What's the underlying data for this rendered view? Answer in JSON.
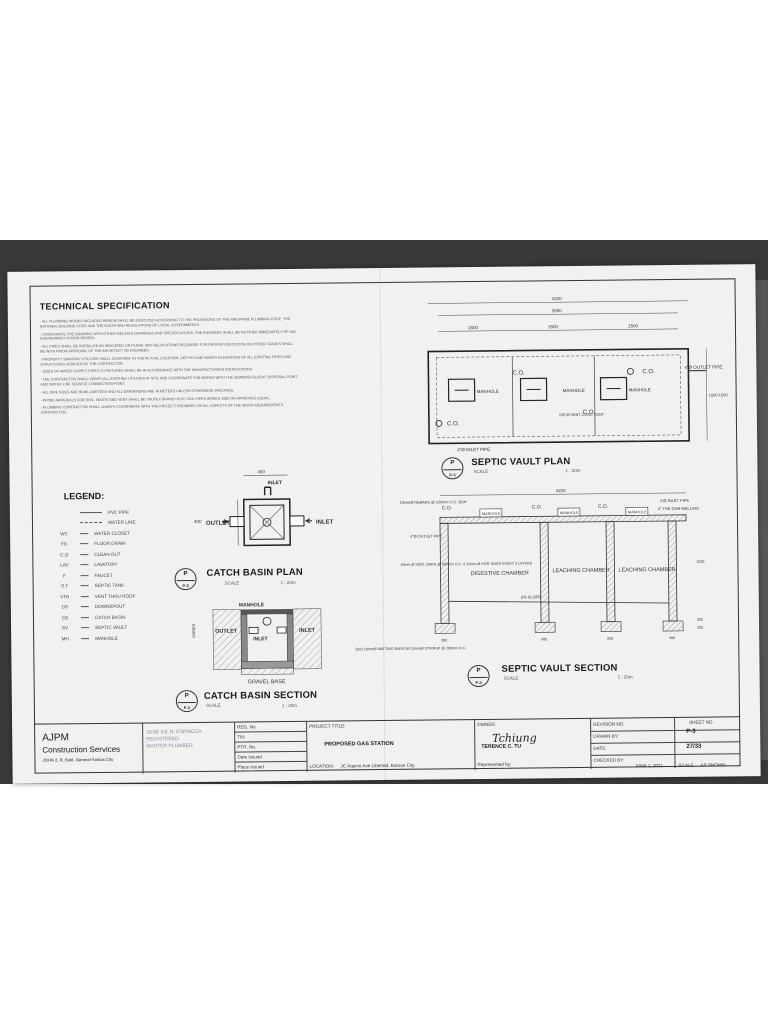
{
  "tech_spec": {
    "title": "TECHNICAL SPECIFICATION",
    "notes": [
      "- ALL PLUMBING WORKS INCLUDED HEREIN SHALL BE EXECUTED ACCORDING TO THE PROVISIONS OF THE PHILIPPINE PLUMBING CODE, THE NATIONAL BUILDING CODE AND THE RULES AND REGULATIONS OF LOCAL GOVERNMENTS.",
      "- COORDINATE THE DRAWING WITH OTHER RELATED DRAWINGS AND SPECIFICATIONS. THE ENGINEER SHALL BE NOTIFIED IMMEDIATELY OF ANY DISCREPANCY FOUND HEREIN.",
      "- ALL PIPES SHALL BE INSTALLED AS INDICATED ON PLANS. ANY RELOCATIONS REQUIRED FOR PROPER EXECUTION ON OTHER TRADES SHALL BE WITH PRIOR APPROVAL OF THE ARCHITECT OR ENGINEER.",
      "- PROPERTY SANITARY UTILITIES SHALL CONFORM TO THE ACTUAL LOCATION, DEPTHS AND INVERT ELEVATIONS OF ALL EXISTING PIPES AND STRUCTURES VERIFIED BY THE CONTRACTOR.",
      "- SIZES OF WATER SUPPLY PIPES TO FIXTURES SHALL BE IN ACCORDANCE WITH THE MANUFACTURERS INSTRUCTIONS.",
      "- THE CONTRACTOR SHALL VERIFY ALL EXISTING UTILITIES AT SITE AND COORDINATE THE WORKS WITH THE SEWER/EFFLUENT DISPOSAL POINT AND WATER LINE SERVICE CONNECTION POINT.",
      "- ALL PIPE SIZES ARE IN MILLIMETERS AND ALL DIMENSIONS ARE IN METERS UNLESS OTHERWISE SPECIFIED.",
      "- PIPING MATERIALS FOR SOIL, WASTE AND VENT SHALL BE TRUTEX BRAND UPVC SOIL PIPES SERIES 1000 OR APPROVED EQUAL.",
      "- PLUMBING CONTRACTOR SHALL ALWAYS COORDINATE WITH THE PROJECT ENGINEER OR ALL ASPECTS OF THE WORK REQUIREMENTS CONTRACTOR."
    ]
  },
  "legend": {
    "title": "LEGEND:",
    "items": [
      {
        "abbr": "",
        "desc": "PVC PIPE",
        "style": "solid"
      },
      {
        "abbr": "",
        "desc": "WATER LINE",
        "style": "dash"
      },
      {
        "abbr": "WC",
        "desc": "WATER CLOSET"
      },
      {
        "abbr": "FD",
        "desc": "FLOOR DRAIN"
      },
      {
        "abbr": "C.O",
        "desc": "CLEAN OUT"
      },
      {
        "abbr": "LAV",
        "desc": "LAVATORY"
      },
      {
        "abbr": "F",
        "desc": "FAUCET"
      },
      {
        "abbr": "S.T",
        "desc": "SEPTIC TANK"
      },
      {
        "abbr": "VTR",
        "desc": "VENT THRU ROOF"
      },
      {
        "abbr": "DS",
        "desc": "DOWNSPOUT"
      },
      {
        "abbr": "CB",
        "desc": "CATCH BASIN"
      },
      {
        "abbr": "SV",
        "desc": "SEPTIC VAULT"
      },
      {
        "abbr": "MH",
        "desc": "MANHOLE"
      }
    ]
  },
  "catch_basin_plan": {
    "title": "CATCH BASIN PLAN",
    "scale_label": "SCALE",
    "scale": "1 : 20m",
    "inlet": "INLET",
    "outlet": "OUTLET",
    "dim_top": "400",
    "dim_left": "400"
  },
  "catch_basin_section": {
    "title": "CATCH BASIN SECTION",
    "scale_label": "SCALE",
    "scale": "1 : 20m",
    "manhole": "MANHOLE",
    "outlet": "OUTLET",
    "inlet": "INLET",
    "gravel": "GRAVEL BASE",
    "varies": "VARIES"
  },
  "septic_vault_plan": {
    "title": "SEPTIC VAULT PLAN",
    "scale_label": "SCALE",
    "scale": "1 : 20m",
    "dims": [
      "4200",
      "3900",
      "1500",
      "1500",
      "1500"
    ],
    "manhole": "MANHOLE",
    "co": "C.O.",
    "outlet_pipe": "4\"Ø OUTLET PIPE",
    "inlet_pipe": "4\"Ø INLET PIPE",
    "vent": "100\"Ø VENT CONC VENT",
    "side_dims": [
      "1500",
      "1500"
    ]
  },
  "septic_vault_section": {
    "title": "SEPTIC VAULT SECTION",
    "scale_label": "SCALE",
    "scale": "1 : 20m",
    "dim_top": "4200",
    "rebars": "10mmØ REBARS @ 150mm O.C. BLW",
    "manhole": "MANHOLE",
    "inlet_pipe": "4\"Ø INLET PIPE",
    "wall_note": "4\" THK CHB WALLING",
    "outlet_pipe": "4\"Ø OUTLET PIPE",
    "chambers": [
      "DIGESTIVE CHAMBER",
      "LEACHING CHAMBER",
      "LEACHING CHAMBER"
    ],
    "slope": "2% SLOPE",
    "bars_note": "10mm Ø VERT. BARS @ 400mm O.C. & 10mm Ø HOR. BARS EVERY 3 LAYERS",
    "footing_note": "2pcs 10mmØ MATTING BARS W/ 10mmØ STIRRUP @ 200mm O.C.",
    "co": "C.O.",
    "dims_small": [
      "300",
      "600",
      "600",
      "600",
      "1500",
      "300",
      "200"
    ]
  },
  "title_block": {
    "firm_name": "AJPM",
    "firm_sub": "Construction Services",
    "firm_addr": "JOHN 2, R. Bulé, General Santos City",
    "stamp_lines": [
      "JOSE GIL N. ESPINOZA",
      "REGISTERED",
      "MASTER PLUMBER"
    ],
    "labels": {
      "reg_no": "REG. No",
      "tin": "TIN",
      "ptr_no": "PTR. No.",
      "date_issued": "Date Issued",
      "place_issued": "Place Issued",
      "project_title": "PROJECT TITLE:",
      "location": "LOCATION:",
      "owner": "OWNER:",
      "represented_by": "Represented by:",
      "revisions": "REVISION NO.",
      "drawn_by": "DRAWN BY:",
      "date": "DATE:",
      "checked_by": "CHECKED BY:",
      "date2": "DATE:",
      "sheet_no": "SHEET NO.",
      "scale": "SCALE"
    },
    "project": "PROPOSED GAS STATION",
    "location_value": "JC Aquino Ave Libertad, Butuan City",
    "owner_signature": "Tchiung",
    "owner_name": "TERENCE C. TU",
    "date_value": "JUNE 1, 2021",
    "scale_value": "AS SHOWN",
    "sheet": "P-3",
    "sheet_count": "27/33"
  }
}
